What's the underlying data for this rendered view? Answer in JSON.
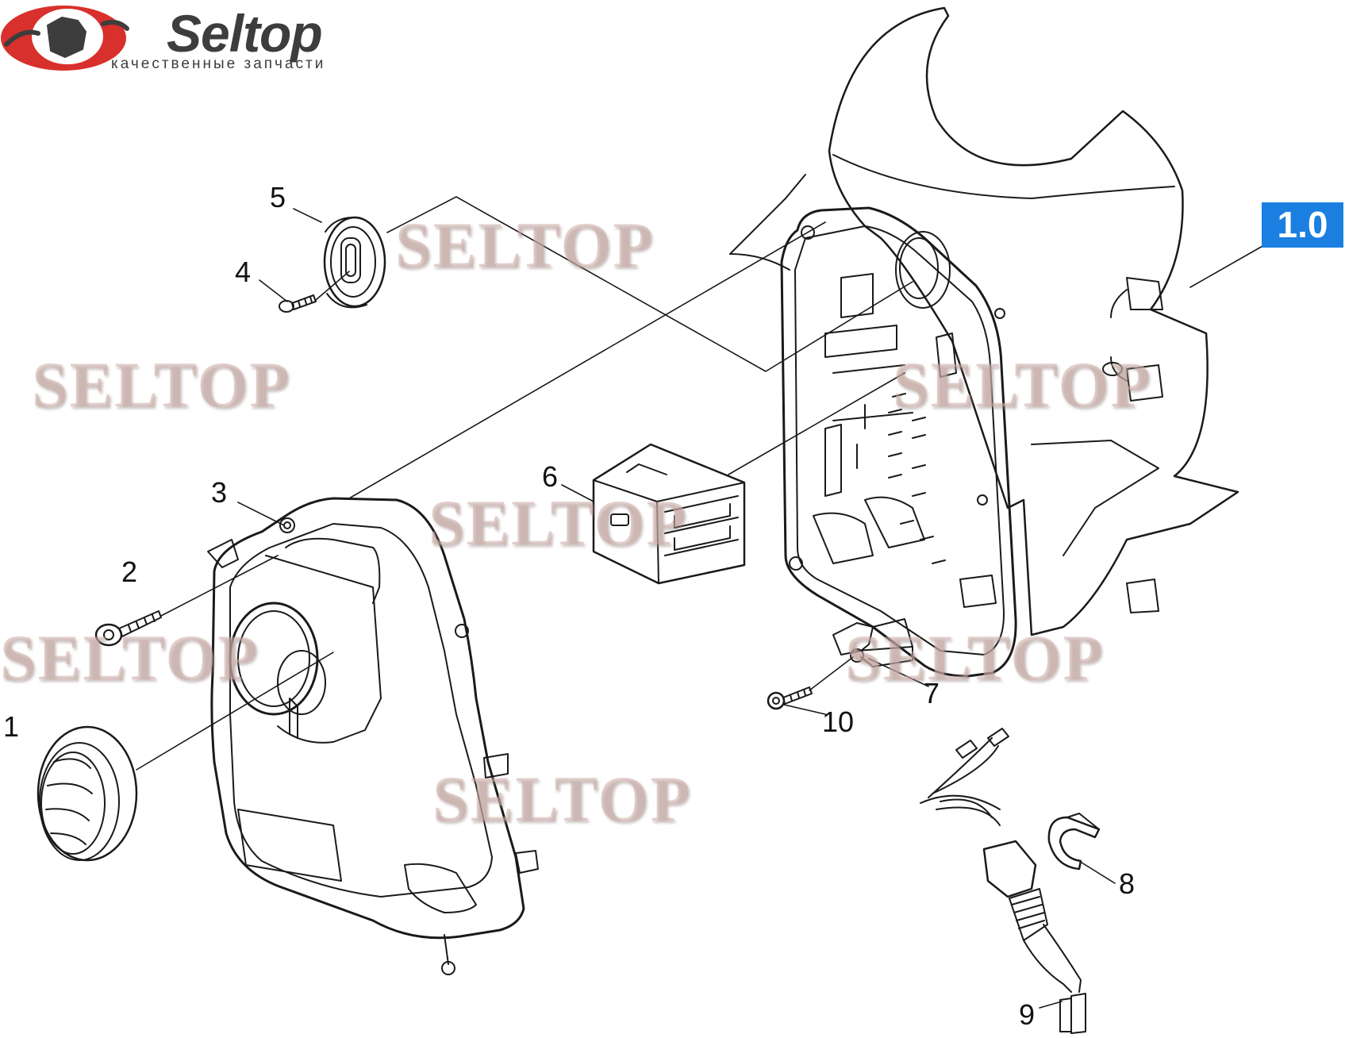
{
  "logo": {
    "name": "Seltop",
    "tagline": "качественные запчасти"
  },
  "watermark": "SELTOP",
  "group_label": "1.0",
  "callouts": [
    "1",
    "2",
    "3",
    "4",
    "5",
    "6",
    "7",
    "8",
    "9",
    "10"
  ],
  "colors": {
    "badge": "#1a7fe0",
    "logo_red": "#d8302c",
    "line": "#1a1a1a",
    "watermark": "#cdafaa"
  }
}
